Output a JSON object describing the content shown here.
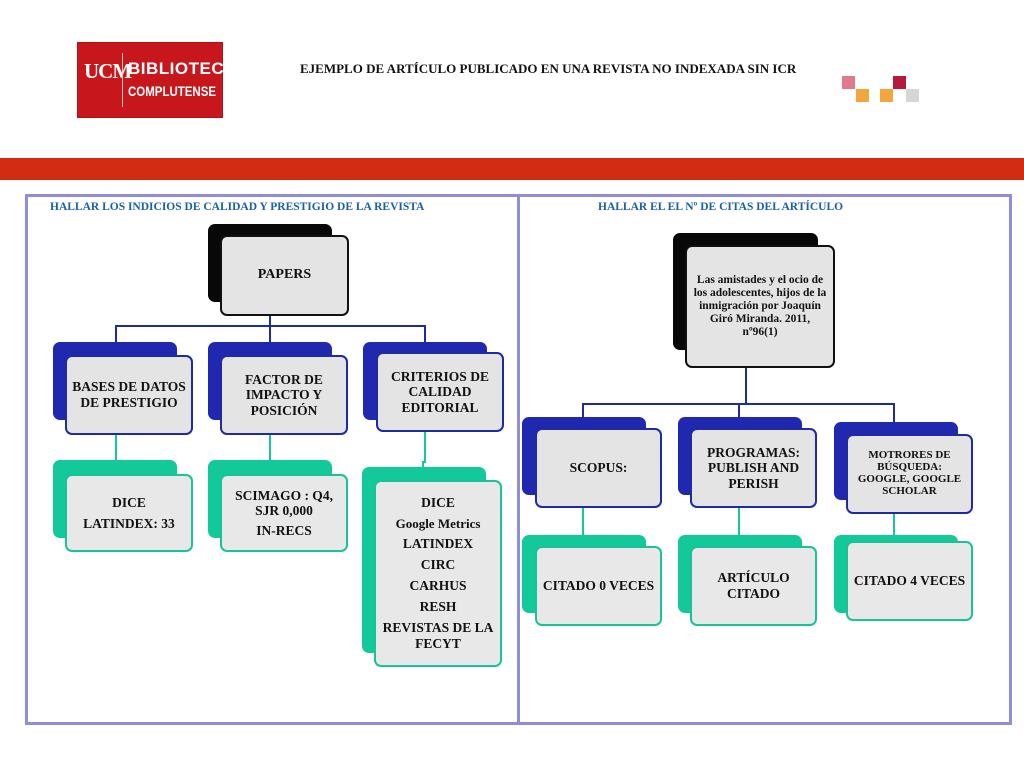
{
  "header": {
    "logo_ucm": "UCM",
    "logo_line1": "BIBLIOTECA",
    "logo_line2": "COMPLUTENSE",
    "title": "EJEMPLO DE ARTÍCULO PUBLICADO EN UNA REVISTA NO INDEXADA SIN  ICR"
  },
  "colors": {
    "brand_red": "#c8161d",
    "band": "#d22c12",
    "panel_border": "#8e8edc",
    "heading": "#1a5fa8",
    "navy": "#2128b0",
    "teal": "#14c999"
  },
  "left": {
    "heading": "HALLAR LOS INDICIOS DE CALIDAD Y PRESTIGIO DE LA REVISTA",
    "root": "PAPERS",
    "branches": [
      {
        "title": "BASES DE DATOS  DE PRESTIGIO",
        "items": [
          "DICE",
          "LATINDEX: 33"
        ]
      },
      {
        "title": "FACTOR DE IMPACTO Y POSICIÓN",
        "items": [
          "SCIMAGO : Q4, SJR 0,000",
          "IN-RECS"
        ]
      },
      {
        "title": "CRITERIOS DE CALIDAD EDITORIAL",
        "items": [
          "DICE",
          "Google Metrics",
          "LATINDEX",
          "CIRC",
          "CARHUS",
          "RESH",
          "REVISTAS DE LA FECYT"
        ]
      }
    ]
  },
  "right": {
    "heading": "HALLAR EL EL Nº  DE CITAS DEL ARTÍCULO",
    "root": "Las amistades y el ocio de los adolescentes, hijos de la inmigración por Joaquín Giró Miranda. 2011, nº96(1)",
    "branches": [
      {
        "title": "SCOPUS:",
        "result": "CITADO 0 VECES"
      },
      {
        "title": "PROGRAMAS: PUBLISH AND PERISH",
        "result": "ARTÍCULO CITADO"
      },
      {
        "title": "MOTRORES DE BÚSQUEDA: GOOGLE, GOOGLE SCHOLAR",
        "result": "CITADO 4 VECES"
      }
    ]
  }
}
